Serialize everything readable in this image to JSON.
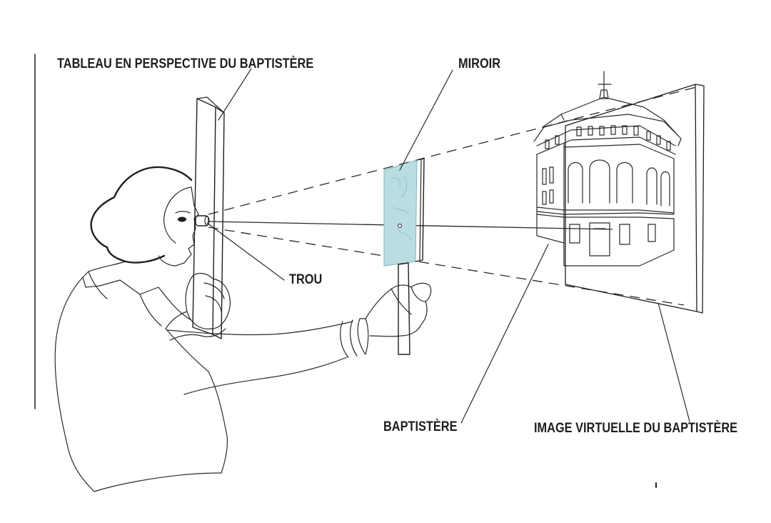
{
  "labels": {
    "tableau": "TABLEAU EN PERSPECTIVE DU BAPTISTÈRE",
    "miroir": "MIROIR",
    "trou": "TROU",
    "baptistere": "BAPTISTÈRE",
    "image_virtuelle": "IMAGE VIRTUELLE DU BAPTISTÈRE"
  },
  "colors": {
    "ink": "#1f1f1f",
    "mirror": "#b9dde0",
    "mirror_edge": "#7fb7bd",
    "background": "#ffffff"
  }
}
